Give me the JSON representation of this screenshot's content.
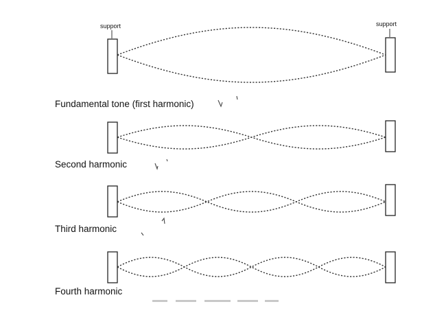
{
  "labels": {
    "left_support": "support",
    "right_support": "support"
  },
  "harmonics": [
    {
      "name": "Fundamental tone (first harmonic)",
      "loops": 1
    },
    {
      "name": "Second harmonic",
      "loops": 2
    },
    {
      "name": "Third harmonic",
      "loops": 3
    },
    {
      "name": "Fourth harmonic",
      "loops": 4
    }
  ]
}
